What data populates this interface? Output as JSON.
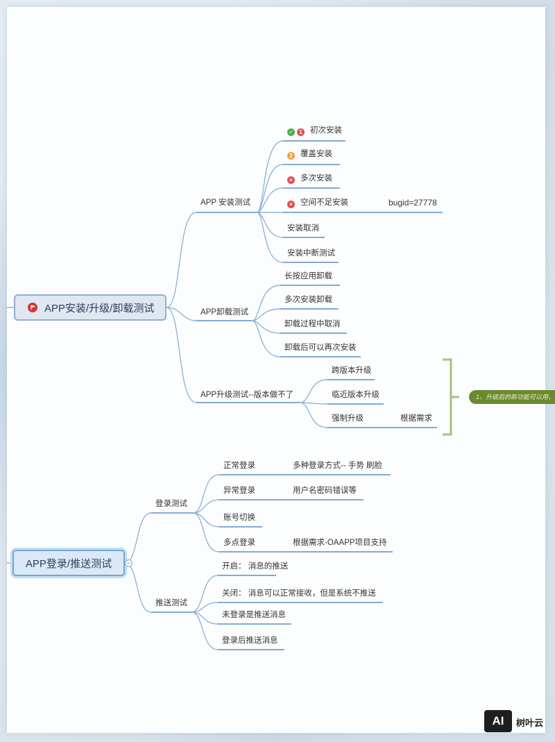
{
  "install_section": {
    "root": "APP安装/升级/卸载测试",
    "install": {
      "label": "APP 安装测试",
      "first_install": "初次安装",
      "first_install_badge": "1",
      "overwrite_install": "覆盖安装",
      "overwrite_badge": "2",
      "multi_install": "多次安装",
      "low_space_install": "空间不足安装",
      "bug_id": "bugid=27778",
      "cancel_install": "安装取消",
      "interrupt_test": "安装中断测试"
    },
    "uninstall": {
      "label": "APP卸载测试",
      "long_press": "长按应用卸载",
      "multi_install_uninstall": "多次安装卸载",
      "cancel_during": "卸载过程中取消",
      "reinstall_after": "卸载后可以再次安装"
    },
    "upgrade": {
      "label": "APP升级测试--版本做不了",
      "cross_version": "跨版本升级",
      "adjacent_version": "临近版本升级",
      "forced_upgrade": "强制升级",
      "as_needed": "根据需求",
      "note": "1、升级后的新功能可以用，"
    }
  },
  "login_section": {
    "root": "APP登录/推送测试",
    "login": {
      "label": "登录测试",
      "normal": "正常登录",
      "normal_detail": "多种登录方式-- 手势  刷脸",
      "abnormal": "异常登录",
      "abnormal_detail": "用户名密码错误等",
      "switch_account": "账号切换",
      "multi_point": "多点登录",
      "multi_point_detail": "根据需求-OAAPP项目支持"
    },
    "push": {
      "label": "推送测试",
      "on": "开启：  消息的推送",
      "off": "关闭：  消息可以正常接收，但是系统不推送",
      "not_logged_in": "未登录是推送消息",
      "after_login": "登录后推送消息"
    }
  },
  "watermark": {
    "logo": "AI",
    "brand": "树叶云"
  },
  "colors": {
    "line": "#8fb2d6",
    "underline": "#5b8fc9",
    "green_check": "#4caf50",
    "red_mark": "#e05050",
    "orange_mark": "#f0a040",
    "bracket": "#a9c07a"
  }
}
